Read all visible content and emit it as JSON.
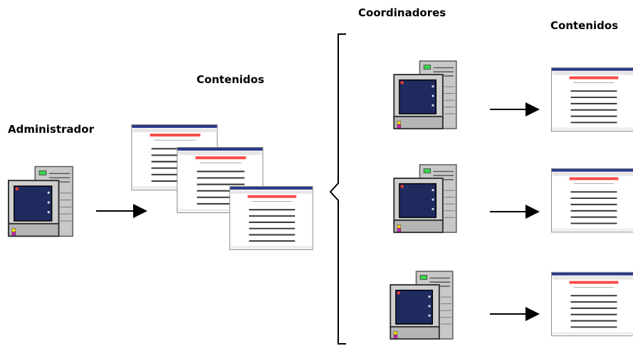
{
  "labels": {
    "administrador": "Administrador",
    "contenidos_main": "Contenidos",
    "coordinadores": "Coordinadores",
    "contenidos_right": "Contenidos"
  },
  "colors": {
    "screen": "#1f2a5e",
    "monitor_body": "#cfcfcf",
    "monitor_shadow": "#7a7a7a",
    "tower": "#c8c8c8",
    "power_led": "#39d54a",
    "doc_title_bar": "#2a3a8a",
    "doc_highlight": "#ff4a4a",
    "arrow": "#000000",
    "bracket": "#000000"
  },
  "icons": [
    "computer-icon",
    "document-window-icon",
    "arrow-right-icon",
    "bracket-icon"
  ]
}
